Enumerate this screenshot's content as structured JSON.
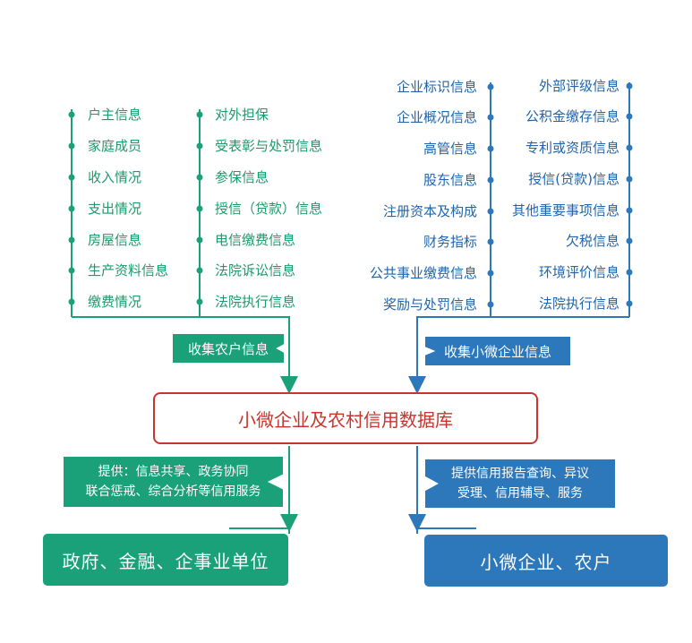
{
  "diagram": {
    "farmer_items_col1": [
      "户主信息",
      "家庭成员",
      "收入情况",
      "支出情况",
      "房屋信息",
      "生产资料信息",
      "缴费情况"
    ],
    "farmer_items_col2": [
      "对外担保",
      "受表彰与处罚信息",
      "参保信息",
      "授信（贷款）信息",
      "电信缴费信息",
      "法院诉讼信息",
      "法院执行信息"
    ],
    "enterprise_items_col1": [
      "企业标识信息",
      "企业概况信息",
      "高管信息",
      "股东信息",
      "注册资本及构成",
      "财务指标",
      "公共事业缴费信息",
      "奖励与处罚信息"
    ],
    "enterprise_items_col2": [
      "外部评级信息",
      "公积金缴存信息",
      "专利或资质信息",
      "授信(贷款)信息",
      "其他重要事项信息",
      "欠税信息",
      "环境评价信息",
      "法院执行信息"
    ],
    "collect_farmer_label": "收集农户信息",
    "collect_enterprise_label": "收集小微企业信息",
    "database_label": "小微企业及农村信用数据库",
    "provide_gov_lines": [
      "提供：信息共享、政务协同",
      "联合惩戒、综合分析等信用服务"
    ],
    "provide_ent_lines": [
      "提供信用报告查询、异议",
      "受理、信用辅导、服务"
    ],
    "output_gov_label": "政府、金融、企事业单位",
    "output_ent_label": "小微企业、农户",
    "colors": {
      "green": "#1aa179",
      "blue": "#2c78bb",
      "red": "#c7352e"
    }
  }
}
